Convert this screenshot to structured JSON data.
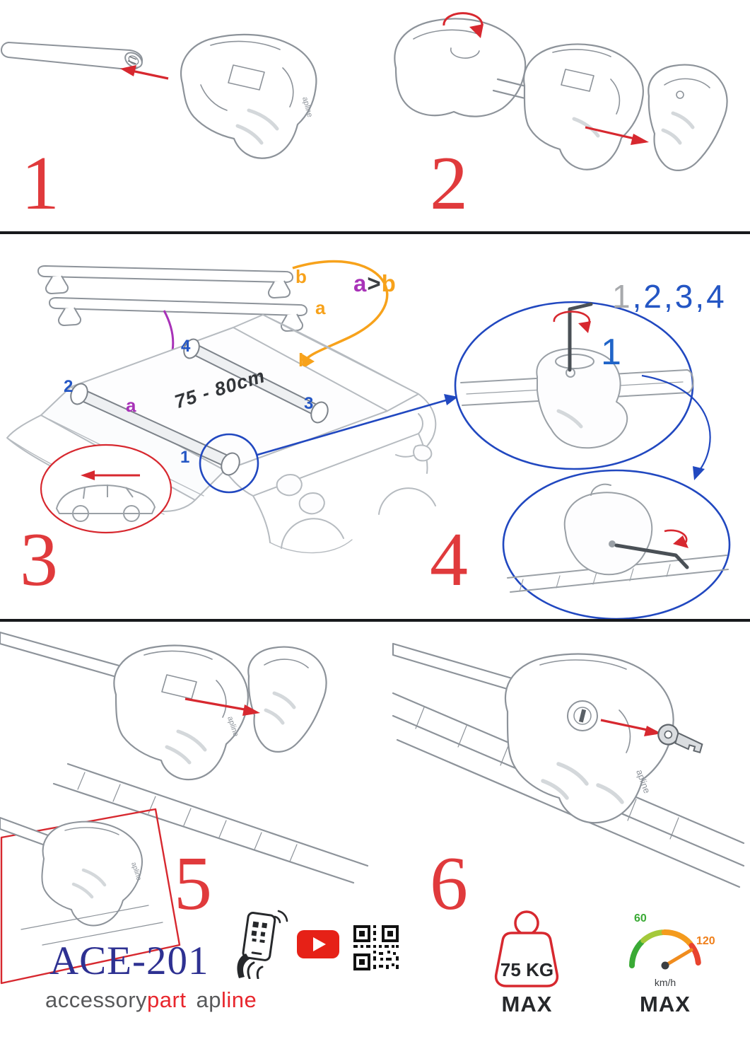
{
  "colors": {
    "step_number_red": "#e03a3c",
    "arrow_red": "#d7282f",
    "position_blue": "#2456c4",
    "detail_blue": "#2148c0",
    "model_navy": "#2e3192",
    "orange": "#f7a21b",
    "purple": "#a832b8",
    "sequence_gray": "#a7a9ac",
    "youtube_red": "#e62117",
    "speed_green": "#3aaa35",
    "speed_orange": "#ef7f1a"
  },
  "steps": {
    "s1": "1",
    "s2": "2",
    "s3": "3",
    "s4": "4",
    "s5": "5",
    "s6": "6"
  },
  "assembly": {
    "sequence_first": "1",
    "sequence_rest": ",2,3,4",
    "order_a": "a",
    "order_sign": ">",
    "order_b": "b",
    "bar_top_label": "b",
    "bar_bottom_label": "a",
    "roof_rear_label": "b",
    "roof_front_label": "a",
    "span_dimension": "75 - 80cm",
    "pos1": "1",
    "pos2": "2",
    "pos3": "3",
    "pos4": "4",
    "detail_step": "1"
  },
  "brand": {
    "model": "ACE-201",
    "word_accessory": "accessory",
    "word_part": "part",
    "word_ap": "ap",
    "word_line": "line",
    "logo": "apline"
  },
  "badges": {
    "weight_value": "75 KG",
    "weight_max_label": "MAX",
    "speed_low": "60",
    "speed_high": "120",
    "speed_unit": "km/h",
    "speed_max_label": "MAX"
  },
  "icons": {
    "scan": "phone-qr-scan-icon",
    "video": "youtube-icon",
    "qr": "qr-code-icon",
    "load": "max-load-weight-icon",
    "speed": "max-speed-icon"
  }
}
